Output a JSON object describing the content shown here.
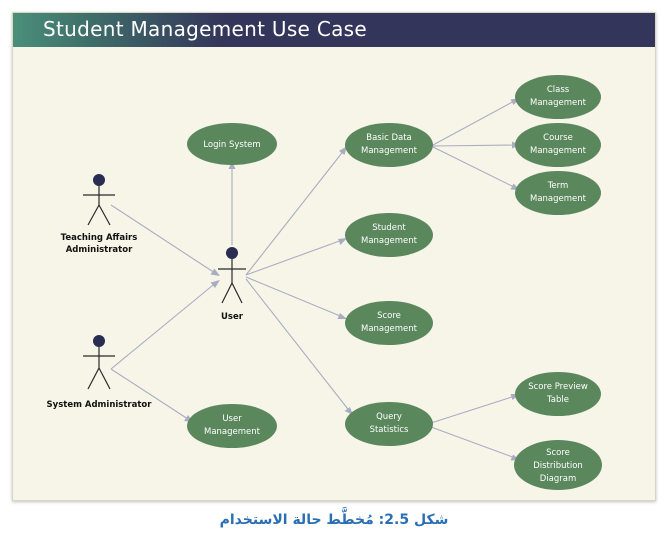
{
  "title": "Student Management Use Case",
  "caption": "شكل 2.5: مُخطَّط حالة الاستخدام",
  "actors": {
    "teaching_affairs": [
      "Teaching Affairs",
      "Administrator"
    ],
    "user": [
      "User"
    ],
    "system_admin": [
      "System Administrator"
    ]
  },
  "use_cases": {
    "login_system": [
      "Login System"
    ],
    "user_management": [
      "User",
      "Management"
    ],
    "basic_data_management": [
      "Basic Data",
      "Management"
    ],
    "student_management": [
      "Student",
      "Management"
    ],
    "score_management": [
      "Score",
      "Management"
    ],
    "query_statistics": [
      "Query",
      "Statistics"
    ],
    "class_management": [
      "Class",
      "Management"
    ],
    "course_management": [
      "Course",
      "Management"
    ],
    "term_management": [
      "Term",
      "Management"
    ],
    "score_preview_table": [
      "Score Preview",
      "Table"
    ],
    "score_distribution_diagram": [
      "Score",
      "Distribution",
      "Diagram"
    ]
  },
  "colors": {
    "header_bg": "#34355a",
    "use_case_fill": "#5b875d",
    "caption": "#2a6fb5"
  }
}
